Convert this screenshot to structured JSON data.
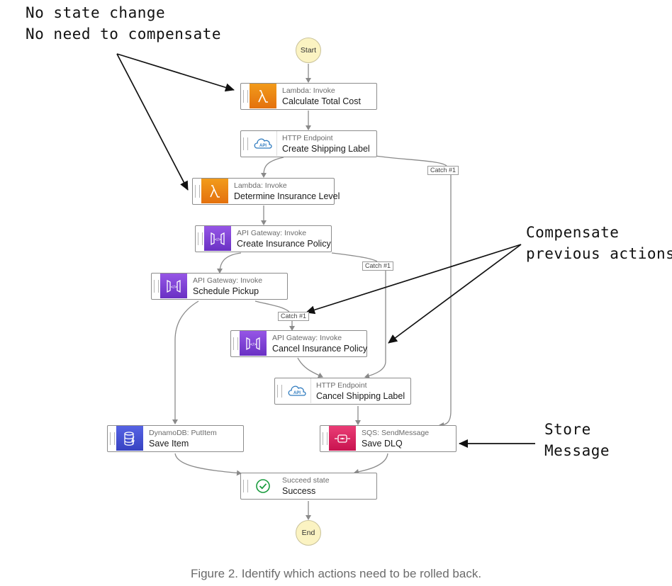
{
  "annotations": {
    "no_state_change_line1": "No state change",
    "no_state_change_line2": "No need to compensate",
    "compensate_line1": "Compensate",
    "compensate_line2": "previous actions",
    "store_line1": "Store",
    "store_line2": "Message"
  },
  "start_label": "Start",
  "end_label": "End",
  "states": {
    "calculate_total_cost": {
      "type": "Lambda: Invoke",
      "name": "Calculate Total Cost",
      "icon": "lambda-icon"
    },
    "create_shipping_label": {
      "type": "HTTP Endpoint",
      "name": "Create Shipping Label",
      "icon": "api-cloud-icon"
    },
    "determine_insurance_level": {
      "type": "Lambda: Invoke",
      "name": "Determine Insurance Level",
      "icon": "lambda-icon"
    },
    "create_insurance_policy": {
      "type": "API Gateway: Invoke",
      "name": "Create Insurance Policy",
      "icon": "api-gateway-icon"
    },
    "schedule_pickup": {
      "type": "API Gateway: Invoke",
      "name": "Schedule Pickup",
      "icon": "api-gateway-icon"
    },
    "cancel_insurance_policy": {
      "type": "API Gateway: Invoke",
      "name": "Cancel Insurance Policy",
      "icon": "api-gateway-icon"
    },
    "cancel_shipping_label": {
      "type": "HTTP Endpoint",
      "name": "Cancel Shipping Label",
      "icon": "api-cloud-icon"
    },
    "save_item": {
      "type": "DynamoDB: PutItem",
      "name": "Save Item",
      "icon": "dynamodb-icon"
    },
    "save_dlq": {
      "type": "SQS: SendMessage",
      "name": "Save DLQ",
      "icon": "sqs-icon"
    },
    "success": {
      "type": "Succeed state",
      "name": "Success",
      "icon": "check-circle-icon"
    }
  },
  "catch_labels": {
    "catch_shipping": "Catch #1",
    "catch_insurance": "Catch #1",
    "catch_pickup": "Catch #1"
  },
  "colors": {
    "lambda": "#e97b12",
    "api_gateway": "#7a3fd6",
    "dynamodb": "#4451d6",
    "sqs": "#d6245f",
    "start_end_fill": "#fbf3c2",
    "success_check": "#1a9c3e"
  },
  "caption": "Figure 2. Identify which actions need to be rolled back."
}
